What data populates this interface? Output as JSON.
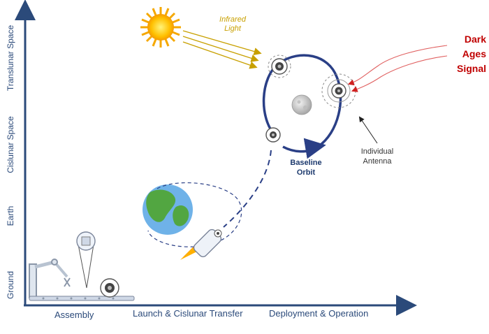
{
  "y_axis_labels": {
    "ground": "Ground",
    "earth": "Earth",
    "cislunar": "Cislunar Space",
    "translunar": "Translunar Space"
  },
  "x_axis_labels": {
    "assembly": "Assembly",
    "launch": "Launch & Cislunar Transfer",
    "deployment": "Deployment & Operation"
  },
  "annotations": {
    "infrared_line1": "Infrared",
    "infrared_line2": "Light",
    "dark_line1": "Dark",
    "dark_line2": "Ages",
    "dark_line3": "Signal",
    "antenna_line1": "Individual",
    "antenna_line2": "Antenna",
    "orbit_line1": "Baseline",
    "orbit_line2": "Orbit"
  },
  "colors": {
    "axis": "#2b4a7a",
    "orbit": "#2a3f86",
    "infrared": "#c8a000",
    "dark_signal": "#c00000",
    "sun": "#f7b500"
  },
  "icons": [
    "sun-icon",
    "moon-icon",
    "earth-icon",
    "rocket-icon",
    "satellite-icon",
    "robot-arm-icon"
  ]
}
